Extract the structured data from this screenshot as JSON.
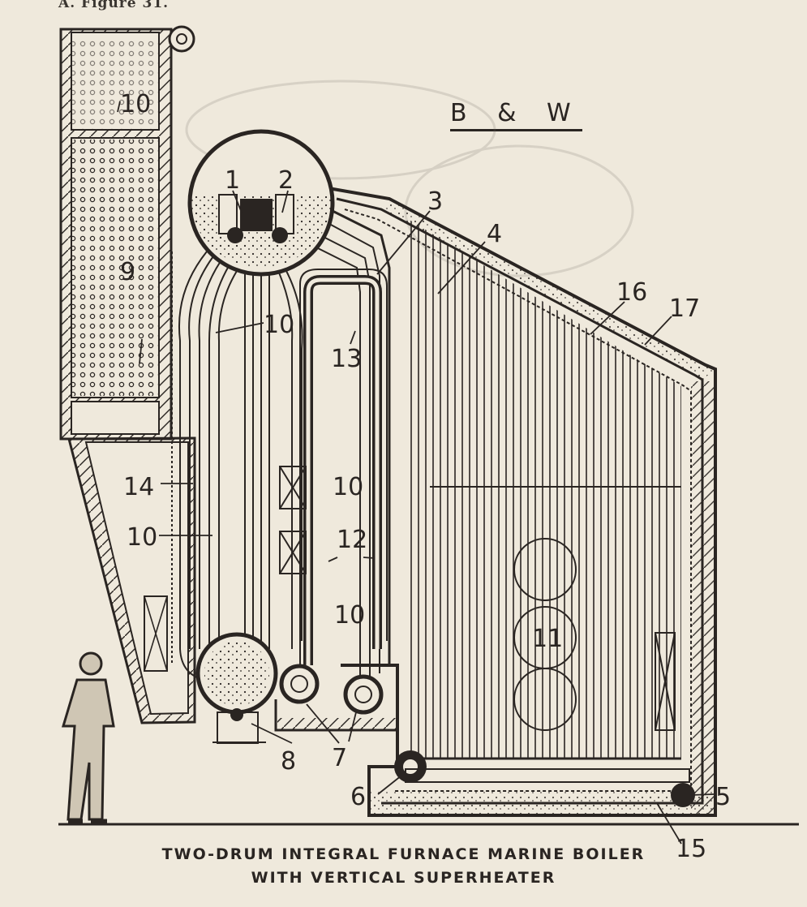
{
  "figure_heading": "A.  Figure 31.",
  "brand": "B & W",
  "caption": {
    "line1": "TWO-DRUM INTEGRAL FURNACE MARINE BOILER",
    "line2": "WITH VERTICAL SUPERHEATER"
  },
  "callouts": {
    "n1": "1",
    "n2": "2",
    "n3": "3",
    "n4": "4",
    "n5": "5",
    "n6": "6",
    "n7": "7",
    "n8": "8",
    "n9": "9",
    "n10": "10",
    "n11": "11",
    "n12": "12",
    "n13": "13",
    "n14": "14",
    "n15": "15",
    "n16": "16",
    "n17": "17"
  },
  "colors": {
    "ink": "#2a2522",
    "paper": "#efe9dc",
    "shade": "#cfc6b4"
  }
}
